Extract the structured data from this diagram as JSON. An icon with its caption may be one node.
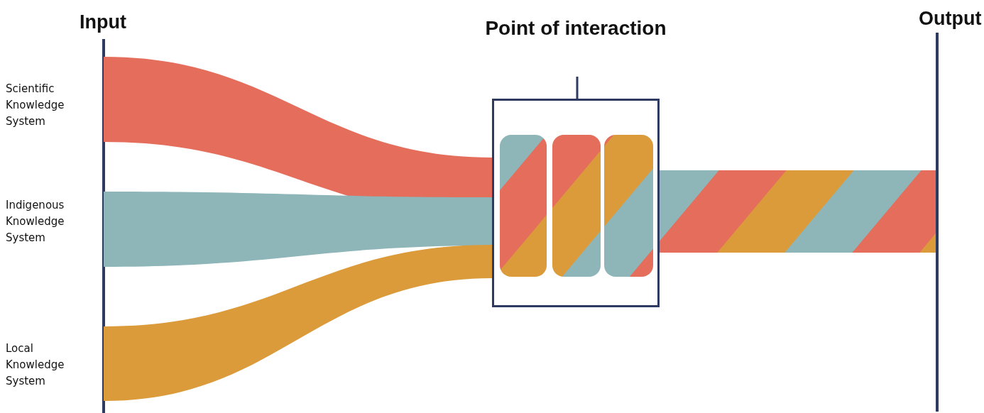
{
  "diagram": {
    "nodes": [
      {
        "text": [
          "Scientific Knowledge System"
        ]
      },
      {
        "text": [
          "Indigenous Knowledge System"
        ]
      },
      {
        "text": [
          "Local Knowledge System"
        ]
      },
      {
        "text": [
          "Point of interaction"
        ]
      },
      {
        "text": [],
        "shape": "bar"
      }
    ],
    "edges": [
      {
        "from": 0,
        "to": 3,
        "arrow": "none",
        "style": "thick",
        "color": "#e56d5b"
      },
      {
        "from": 1,
        "to": 3,
        "arrow": "none",
        "style": "thick",
        "color": "#8eb6b8"
      },
      {
        "from": 2,
        "to": 3,
        "arrow": "none",
        "style": "thick",
        "color": "#db9b3b"
      },
      {
        "from": 3,
        "to": 4,
        "arrow": "none",
        "style": "thick"
      }
    ],
    "labels": [
      "Input",
      "Output"
    ]
  }
}
